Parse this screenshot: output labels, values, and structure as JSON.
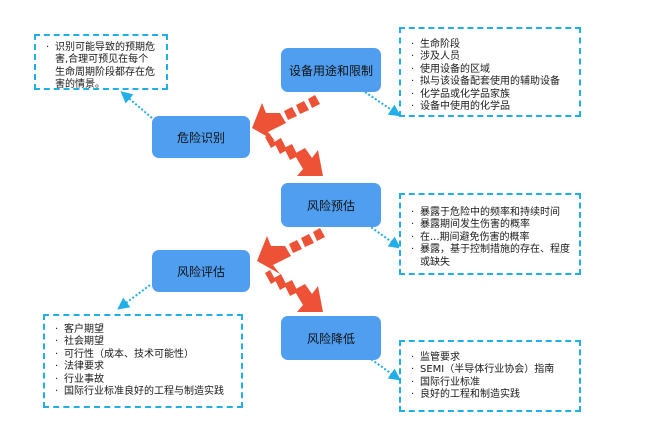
{
  "nodes": {
    "hazard_identification": "危险识别",
    "intended_use": "设备用途和限制",
    "risk_estimation": "风险预估",
    "risk_evaluation": "风险评估",
    "risk_reduction": "风险降低"
  },
  "notes": {
    "hazard_identification": [
      "识别可能导致的预期危害,合理可预见在每个生命周期阶段都存在危害的情景。"
    ],
    "intended_use": [
      "生命阶段",
      "涉及人员",
      "使用设备的区域",
      "拟与该设备配套使用的辅助设备",
      "化学品或化学品家族",
      "设备中使用的化学品"
    ],
    "risk_estimation": [
      "暴露于危险中的频率和持续时间",
      "暴露期间发生伤害的概率",
      "在...期间避免伤害的概率",
      "暴露，基于控制措施的存在、程度或缺失"
    ],
    "risk_evaluation": [
      "客户期望",
      "社会期望",
      "可行性（成本、技术可能性）",
      "法律要求",
      "行业事故",
      "国际行业标准良好的工程与制造实践"
    ],
    "risk_reduction": [
      "监管要求",
      "SEMI（半导体行业协会）指南",
      "国际行业标准",
      "良好的工程和制造实践"
    ]
  },
  "colors": {
    "node": "#4f9ef0",
    "arrow": "#ee5236",
    "connector": "#22aee6"
  }
}
